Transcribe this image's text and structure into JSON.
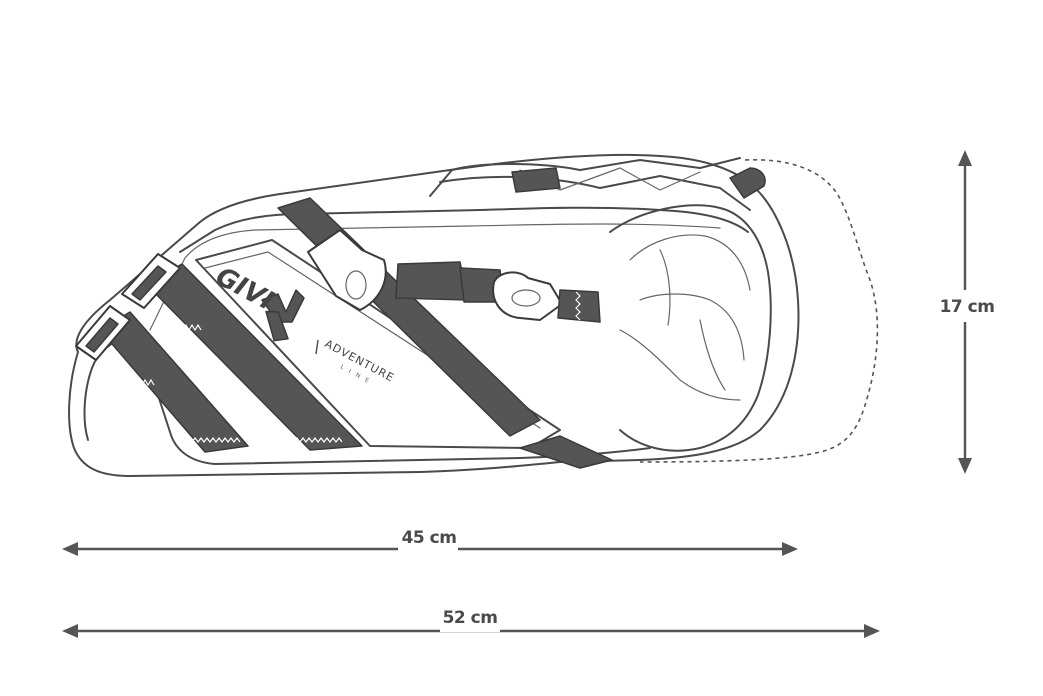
{
  "dimensions": {
    "height_label": "17 cm",
    "width_inner_label": "45 cm",
    "width_outer_label": "52 cm"
  },
  "brand": {
    "logo_text": "GIVI",
    "line_text": "ADVENTURE",
    "sub_text": "LINE"
  },
  "colors": {
    "line": "#4a4a4a",
    "strap": "#555555",
    "background": "#ffffff"
  }
}
